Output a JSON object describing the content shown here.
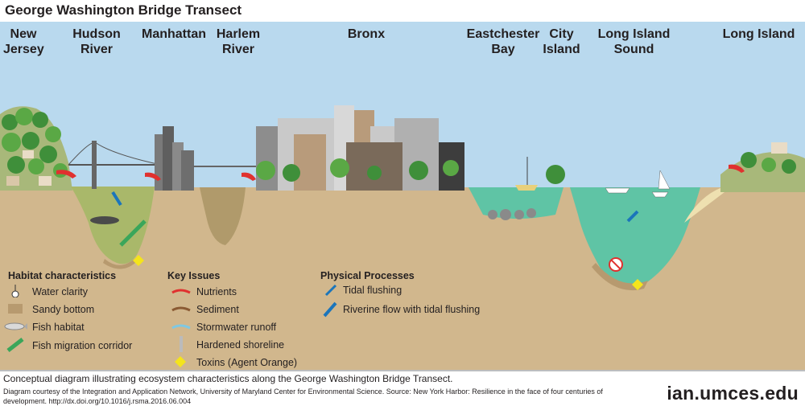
{
  "title": "George Washington Bridge Transect",
  "places": [
    {
      "line1": "New",
      "line2": "Jersey"
    },
    {
      "line1": "Hudson",
      "line2": "River"
    },
    {
      "line1": "Manhattan",
      "line2": ""
    },
    {
      "line1": "Harlem",
      "line2": "River"
    },
    {
      "line1": "Bronx",
      "line2": ""
    },
    {
      "line1": "Eastchester",
      "line2": "Bay"
    },
    {
      "line1": "City",
      "line2": "Island"
    },
    {
      "line1": "Long Island",
      "line2": "Sound"
    },
    {
      "line1": "Long Island",
      "line2": ""
    }
  ],
  "legend": {
    "habitat": {
      "title": "Habitat characteristics",
      "items": [
        "Water clarity",
        "Sandy bottom",
        "Fish habitat",
        "Fish migration corridor"
      ]
    },
    "issues": {
      "title": "Key Issues",
      "items": [
        "Nutrients",
        "Sediment",
        "Stormwater runoff",
        "Hardened shoreline",
        "Toxins (Agent Orange)"
      ]
    },
    "processes": {
      "title": "Physical Processes",
      "items": [
        "Tidal flushing",
        "Riverine flow with tidal flushing"
      ]
    }
  },
  "caption": "Conceptual diagram illustrating ecosystem characteristics along the George Washington Bridge Transect.",
  "credit": "Diagram courtesy of the Integration and Application Network, University of Maryland Center for Environmental Science. Source: New York Harbor: Resilience in the face of four centuries of development. http://dx.doi.org/10.1016/j.rsma.2016.06.004",
  "logo": "ian.umces.edu",
  "colors": {
    "sky": "#b9d9ee",
    "ground": "#d1b78d",
    "hudson_water": "#a9b86a",
    "harlem_water": "#b09a6b",
    "sound_water": "#5fc4a5",
    "nutrients": "#e0312f",
    "sediment": "#8a5a33",
    "stormwater": "#7ec8e3",
    "toxins": "#f4e41c",
    "tidal": "#1b75bb"
  },
  "icons": [
    "secchi-disk-icon",
    "sand-icon",
    "fish-icon",
    "migration-arrow-icon",
    "nutrient-arrow-icon",
    "sediment-arrow-icon",
    "stormwater-arrow-icon",
    "shoreline-icon",
    "toxin-diamond-icon",
    "tidal-flushing-icon",
    "riverine-flow-icon"
  ]
}
